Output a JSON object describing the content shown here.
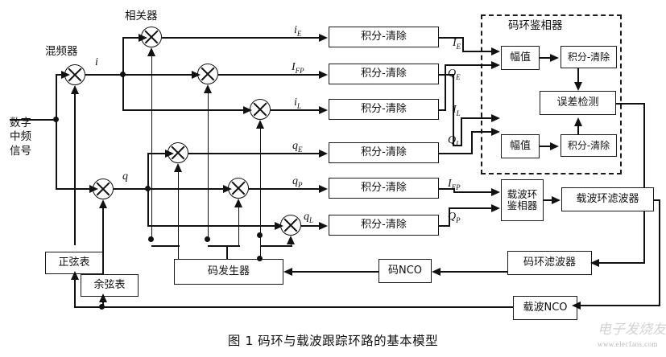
{
  "figure": {
    "caption": "图 1    码环与载波跟踪环路的基本模型",
    "watermark_logo": "电子发烧友",
    "watermark_url": "www.elecfans.com"
  },
  "input": {
    "label_col1": [
      "数",
      "中",
      "信"
    ],
    "label_col2": [
      "字",
      "频",
      "号"
    ],
    "label_full": "数字中频信号"
  },
  "annotations": {
    "mixer": "混频器",
    "correlator": "相关器",
    "code_loop_discriminator": "码环鉴相器"
  },
  "signals": {
    "i": "i",
    "q": "q",
    "i_E": "i",
    "i_E_sub": "E",
    "I_FP_left": "I",
    "I_FP_left_sub": "FP",
    "i_L": "i",
    "i_L_sub": "L",
    "q_E": "q",
    "q_E_sub": "E",
    "q_P": "q",
    "q_P_sub": "P",
    "q_L": "q",
    "q_L_sub": "L",
    "I_E": "I",
    "I_E_sub": "E",
    "Q_E": "Q",
    "Q_E_sub": "E",
    "I_L": "I",
    "I_L_sub": "L",
    "Q_L": "Q",
    "Q_L_sub": "L",
    "I_FP": "I",
    "I_FP_sub": "FP",
    "Q_P": "Q",
    "Q_P_sub": "P"
  },
  "blocks": {
    "integrate_dump": "积分-清除",
    "amplitude": "幅值",
    "error_detect": "误差检测",
    "carrier_loop_discriminator": "载波环\n鉴相器",
    "carrier_loop_filter": "载波环滤波器",
    "code_loop_filter": "码环滤波器",
    "code_nco": "码NCO",
    "carrier_nco": "载波NCO",
    "code_generator": "码发生器",
    "sine_table": "正弦表",
    "cosine_table": "余弦表"
  },
  "integrate_dump_channels": [
    {
      "id": "iE",
      "in_signal": "i_E",
      "out_signal": "I_E"
    },
    {
      "id": "IFP",
      "in_signal": "I_FP",
      "out_signal": "Q_E"
    },
    {
      "id": "iL",
      "in_signal": "i_L",
      "out_signal": "I_L"
    },
    {
      "id": "qE",
      "in_signal": "q_E",
      "out_signal": "Q_L"
    },
    {
      "id": "qP",
      "in_signal": "q_P",
      "out_signal": "I_FP"
    },
    {
      "id": "qL",
      "in_signal": "q_L",
      "out_signal": "Q_P"
    }
  ],
  "colors": {
    "line": "#111111",
    "background": "#ffffff",
    "watermark": "#b9b9b9"
  }
}
